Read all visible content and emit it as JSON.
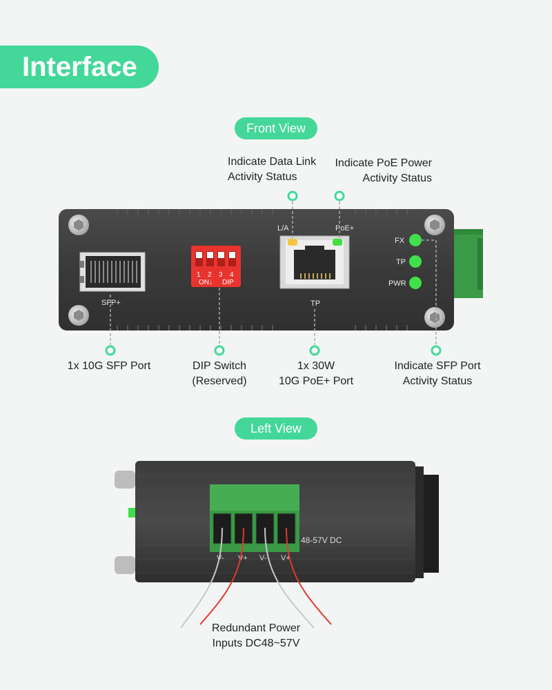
{
  "header": {
    "title": "Interface"
  },
  "front_view": {
    "title": "Front View",
    "callouts": {
      "data_link": [
        "Indicate Data Link",
        "Activity Status"
      ],
      "poe_power": [
        "Indicate PoE Power",
        "Activity Status"
      ],
      "sfp_port": [
        "1x 10G SFP Port"
      ],
      "dip_switch": [
        "DIP Switch",
        "(Reserved)"
      ],
      "poe_port": [
        "1x 30W",
        "10G PoE+ Port"
      ],
      "sfp_activity": [
        "Indicate SFP Port",
        "Activity Status"
      ]
    },
    "panel_labels": {
      "la": "L/A",
      "poe": "PoE+",
      "tp": "TP",
      "sfp": "SFP+",
      "fx": "FX",
      "tp_led": "TP",
      "pwr": "PWR",
      "dip_numbers": [
        "1",
        "2",
        "3",
        "4"
      ],
      "dip_on": "ON↓",
      "dip_text": "DIP"
    },
    "led_colors": {
      "link": "#f4c542",
      "poe": "#44dd44",
      "status": "#3fe04a"
    }
  },
  "left_view": {
    "title": "Left View",
    "voltage_label": "48-57V DC",
    "terminals": [
      "V-",
      "V+",
      "V-",
      "V+"
    ],
    "callout": [
      "Redundant Power",
      "Inputs DC48~57V"
    ]
  },
  "colors": {
    "accent": "#43d89a",
    "terminal": "#3a9a46",
    "housing": "#3a3a3a"
  }
}
